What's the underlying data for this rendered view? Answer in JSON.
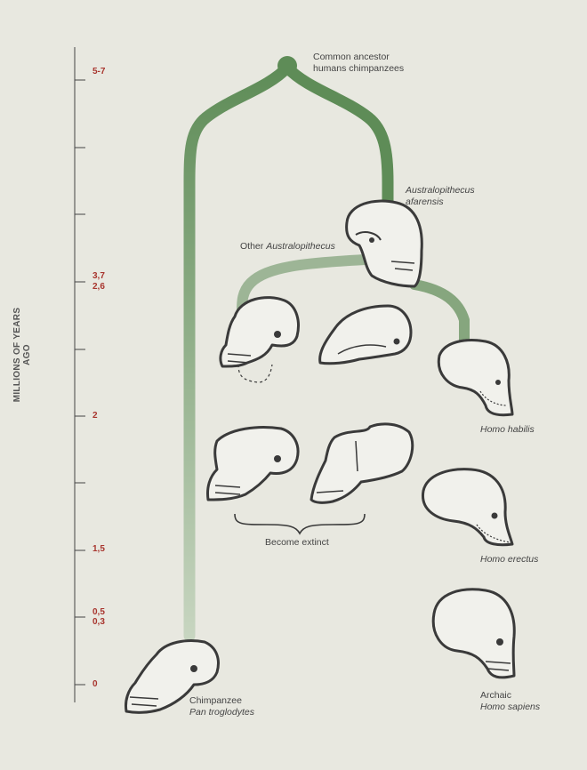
{
  "axis": {
    "title": "MILLIONS OF YEARS AGO",
    "tick_labels": [
      "5-7",
      "3,7",
      "2,6",
      "2",
      "1,5",
      "0,5",
      "0,3",
      "0"
    ]
  },
  "labels": {
    "common_ancestor_line1": "Common ancestor",
    "common_ancestor_line2": "humans chimpanzees",
    "afarensis_line1": "Australopithecus",
    "afarensis_line2": "afarensis",
    "other_prefix": "Other ",
    "other_genus": "Australopithecus",
    "habilis": "Homo habilis",
    "erectus": "Homo erectus",
    "extinct": "Become extinct",
    "chimp_line1": "Chimpanzee",
    "chimp_line2": "Pan troglodytes",
    "sapiens_line1": "Archaic",
    "sapiens_line2": "Homo sapiens"
  },
  "colors": {
    "branch": "#5e8c57",
    "branch_faded": "#c2d1bb",
    "tick_label": "#a8352e",
    "skull_fill": "#f1f1ec",
    "skull_stroke": "#3a3a3a"
  }
}
